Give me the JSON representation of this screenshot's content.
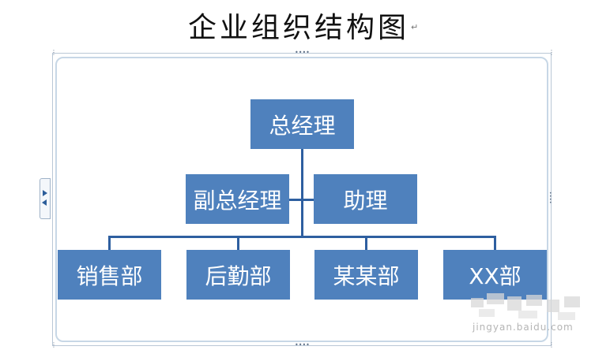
{
  "document": {
    "title": "企业组织结构图",
    "paragraph_mark": "↵"
  },
  "org_chart": {
    "line_color": "#2e5fa0",
    "box_color": "#4f81bd",
    "text_color": "#ffffff",
    "root": "总经理",
    "deputy": "副总经理",
    "assistant": "助理",
    "departments": [
      "销售部",
      "后勤部",
      "某某部",
      "XX部"
    ]
  },
  "frame": {
    "handle_glyph": "••••",
    "expand_tab_icon": "text-pane-toggle-icon"
  },
  "watermark": {
    "text": "jingyan.baidu.com"
  }
}
